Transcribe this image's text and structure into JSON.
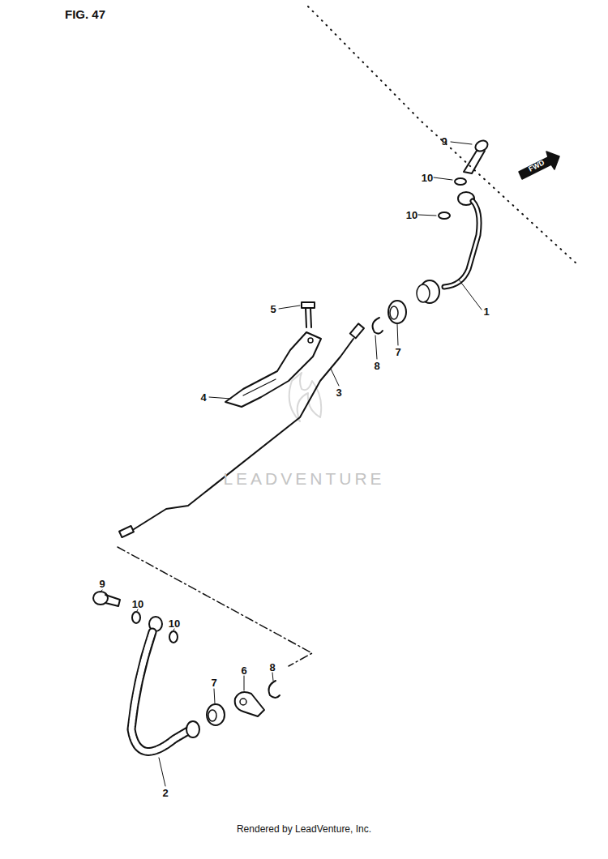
{
  "diagram": {
    "title": "FIG. 47",
    "caption": "Rendered by LeadVenture, Inc.",
    "labels": [
      "9",
      "10",
      "10",
      "1",
      "5",
      "7",
      "8",
      "3",
      "4",
      "9",
      "10",
      "10",
      "8",
      "6",
      "7",
      "2",
      "FWD",
      "LEADVENTURE"
    ]
  }
}
